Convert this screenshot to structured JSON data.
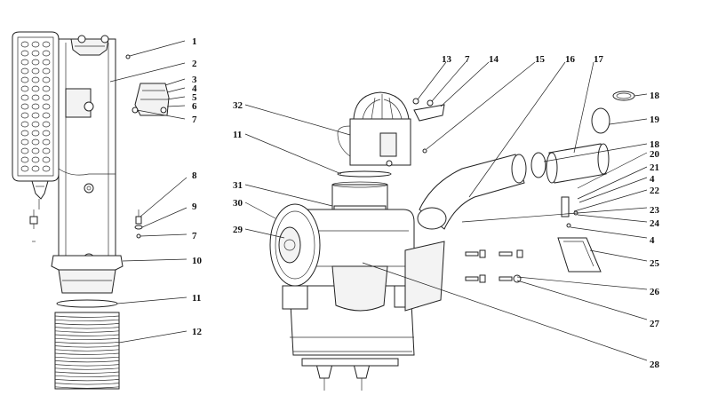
{
  "callouts": [
    {
      "id": "1",
      "label": "1"
    },
    {
      "id": "2",
      "label": "2"
    },
    {
      "id": "3",
      "label": "3"
    },
    {
      "id": "4a",
      "label": "4"
    },
    {
      "id": "5",
      "label": "5"
    },
    {
      "id": "6",
      "label": "6"
    },
    {
      "id": "7a",
      "label": "7"
    },
    {
      "id": "8",
      "label": "8"
    },
    {
      "id": "9",
      "label": "9"
    },
    {
      "id": "7b",
      "label": "7"
    },
    {
      "id": "10",
      "label": "10"
    },
    {
      "id": "11a",
      "label": "11"
    },
    {
      "id": "12",
      "label": "12"
    },
    {
      "id": "13",
      "label": "13"
    },
    {
      "id": "7c",
      "label": "7"
    },
    {
      "id": "14",
      "label": "14"
    },
    {
      "id": "15",
      "label": "15"
    },
    {
      "id": "16",
      "label": "16"
    },
    {
      "id": "17",
      "label": "17"
    },
    {
      "id": "18a",
      "label": "18"
    },
    {
      "id": "19",
      "label": "19"
    },
    {
      "id": "18b",
      "label": "18"
    },
    {
      "id": "20",
      "label": "20"
    },
    {
      "id": "21",
      "label": "21"
    },
    {
      "id": "4b",
      "label": "4"
    },
    {
      "id": "22",
      "label": "22"
    },
    {
      "id": "23",
      "label": "23"
    },
    {
      "id": "24",
      "label": "24"
    },
    {
      "id": "4c",
      "label": "4"
    },
    {
      "id": "25",
      "label": "25"
    },
    {
      "id": "26",
      "label": "26"
    },
    {
      "id": "27",
      "label": "27"
    },
    {
      "id": "28",
      "label": "28"
    },
    {
      "id": "32",
      "label": "32"
    },
    {
      "id": "11b",
      "label": "11"
    },
    {
      "id": "31",
      "label": "31"
    },
    {
      "id": "30",
      "label": "30"
    },
    {
      "id": "29",
      "label": "29"
    }
  ]
}
